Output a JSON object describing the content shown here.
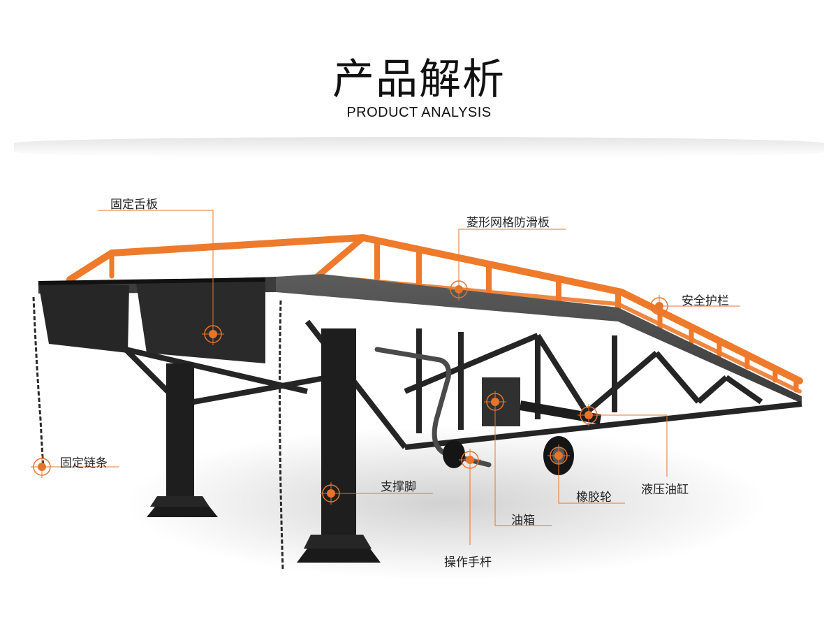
{
  "header": {
    "title_cn": "产品解析",
    "title_en": "PRODUCT ANALYSIS"
  },
  "colors": {
    "accent": "#e8742a",
    "frame": "#2a2a2a",
    "rail": "#ee7a2c"
  },
  "annotations": {
    "fixed_tongue_plate": "固定舌板",
    "diamond_anti_slip_plate": "菱形网格防滑板",
    "safety_guardrail": "安全护栏",
    "fixed_chain": "固定链条",
    "support_leg": "支撑脚",
    "operating_handle": "操作手杆",
    "oil_tank": "油箱",
    "rubber_wheel": "橡胶轮",
    "hydraulic_cylinder": "液压油缸"
  }
}
